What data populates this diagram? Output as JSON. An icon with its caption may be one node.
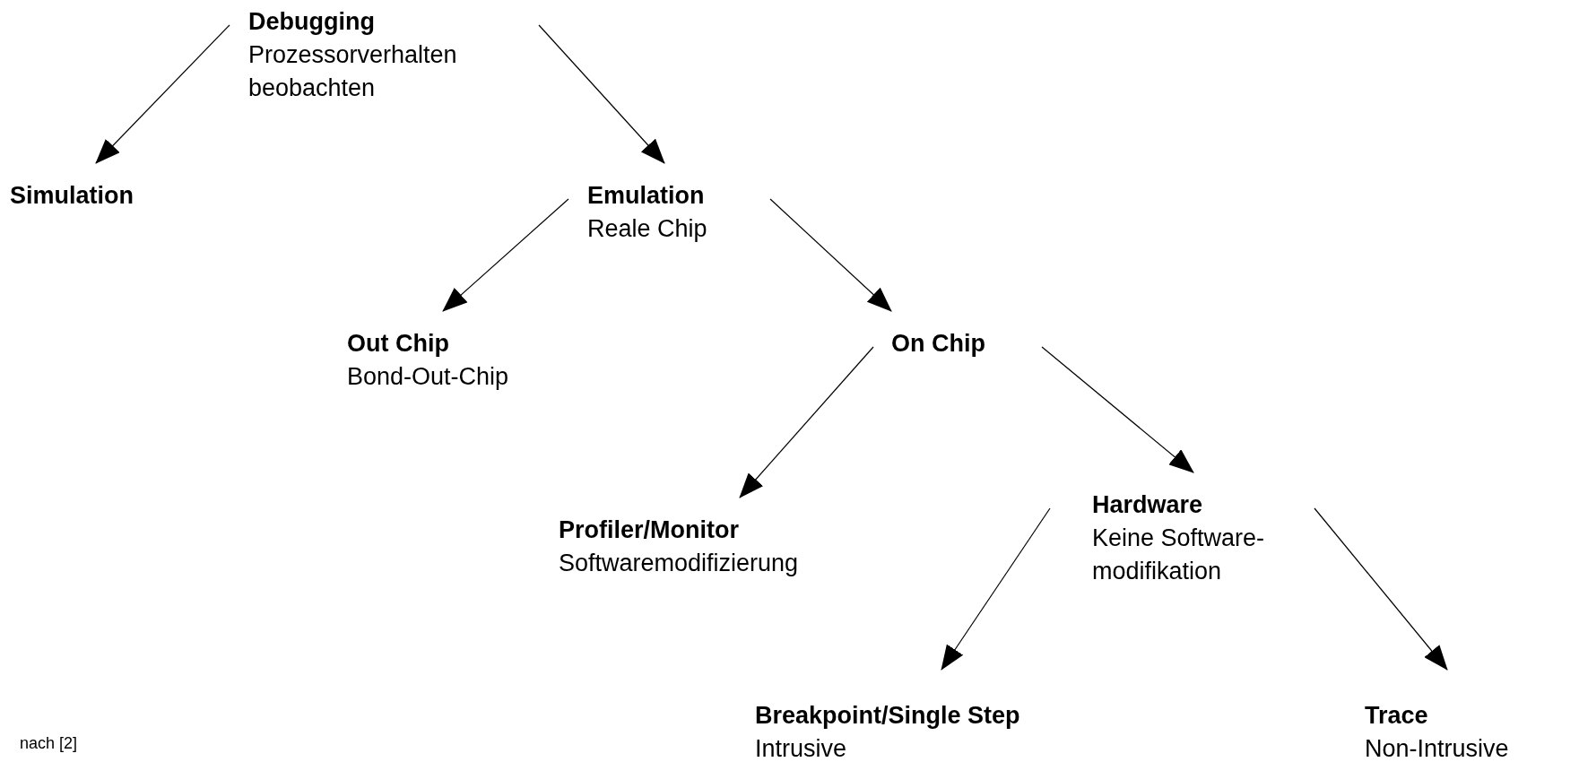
{
  "diagram": {
    "nodes": [
      {
        "text": [
          "Debugging",
          "Prozessorverhalten beobachten"
        ]
      },
      {
        "text": [
          "Simulation"
        ]
      },
      {
        "text": [
          "Emulation",
          "Reale Chip"
        ]
      },
      {
        "text": [
          "Out Chip",
          "Bond-Out-Chip"
        ]
      },
      {
        "text": [
          "On Chip"
        ]
      },
      {
        "text": [
          "Profiler/Monitor",
          "Softwaremodifizierung"
        ]
      },
      {
        "text": [
          "Hardware",
          "Keine Software- modifikation"
        ]
      },
      {
        "text": [
          "Breakpoint/Single Step",
          "Intrusive"
        ]
      },
      {
        "text": [
          "Trace",
          "Non-Intrusive"
        ]
      }
    ],
    "edges": [
      {
        "from": 0,
        "to": 1,
        "arrow": "to"
      },
      {
        "from": 0,
        "to": 2,
        "arrow": "to"
      },
      {
        "from": 2,
        "to": 3,
        "arrow": "to"
      },
      {
        "from": 2,
        "to": 4,
        "arrow": "to"
      },
      {
        "from": 4,
        "to": 5,
        "arrow": "to"
      },
      {
        "from": 4,
        "to": 6,
        "arrow": "to"
      },
      {
        "from": 6,
        "to": 7,
        "arrow": "to"
      },
      {
        "from": 6,
        "to": 8,
        "arrow": "to"
      }
    ],
    "labels": [
      "nach [2]"
    ]
  }
}
